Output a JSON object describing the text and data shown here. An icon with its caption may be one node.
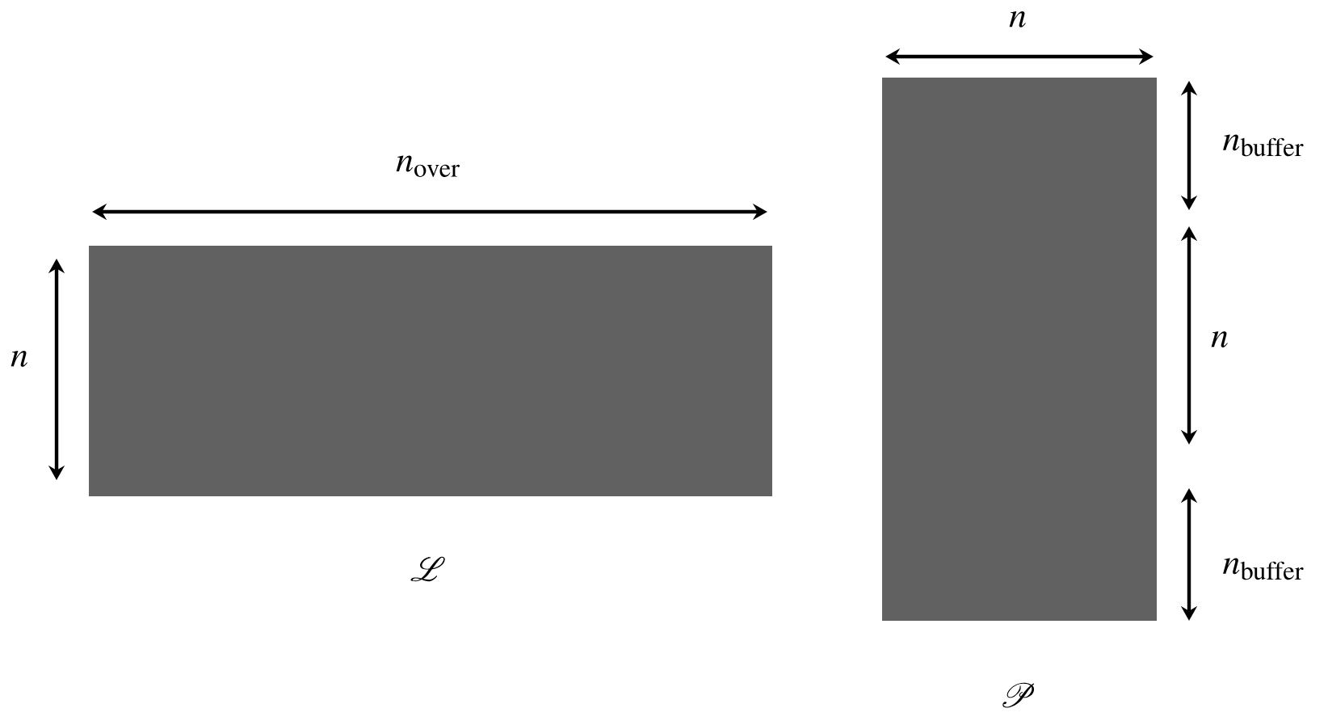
{
  "diagram": {
    "nodes": [
      {
        "text": [],
        "shape": "box"
      },
      {
        "text": [],
        "shape": "box"
      }
    ],
    "labels": [
      "n",
      "n_{\\mathrm{buffer}}",
      "n_{\\mathrm{over}}",
      "n",
      "n",
      "\\mathscr{L}",
      "n_{\\mathrm{buffer}}",
      "\\mathscr{P}"
    ]
  }
}
